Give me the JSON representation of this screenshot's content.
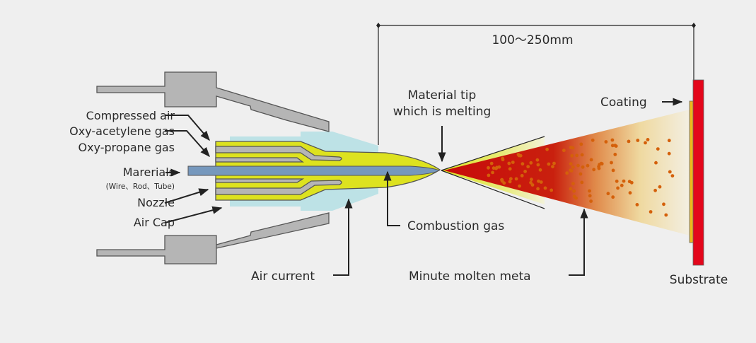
{
  "title": "Flame spray process schematic",
  "labels": {
    "compressed_air": "Compressed air",
    "oxy_acetylene": "Oxy-acetylene gas",
    "oxy_propane": "Oxy-propane gas",
    "materials": "Marerials",
    "materials_sub": "(Wire、Rod、Tube)",
    "nozzle": "Nozzle",
    "air_cap": "Air Cap",
    "air_current": "Air current",
    "material_tip_line1": "Material tip",
    "material_tip_line2": "which is melting",
    "combustion_gas": "Combustion gas",
    "minute_molten": "Minute molten meta",
    "coating": "Coating",
    "substrate": "Substrate",
    "distance": "100～250mm"
  },
  "colors": {
    "background": "#efefef",
    "gun_body": "#b5b5b5",
    "nozzle_yellow": "#dde21f",
    "air_current": "#bde2e6",
    "material_rod": "#7698bd",
    "spray_red": "#c80a0a",
    "spray_orange": "#e07a3a",
    "spray_cream": "#f0e3b8",
    "particle": "#d4600a",
    "coating": "#efb61c",
    "substrate": "#e3061b"
  }
}
